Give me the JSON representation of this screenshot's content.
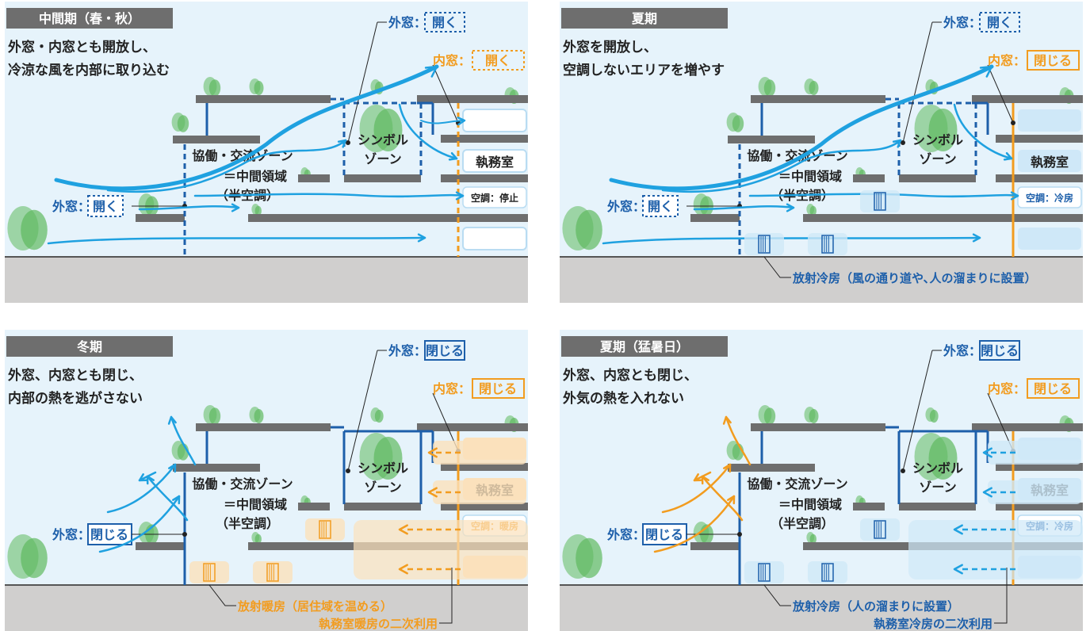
{
  "colors": {
    "sky": "#e6f3fb",
    "ground": "#d0cfce",
    "slab": "#6e6e6e",
    "outer_wall": "#1d5faa",
    "inner_wall": "#f29c1f",
    "wind": "#1fa1e0",
    "warm": "#f29c1f",
    "warm_fill": "#fbe1bc",
    "cool_fill": "#cfe8f8",
    "tree": "#5fb95f",
    "title_bg": "#6e6e6e",
    "text": "#222222"
  },
  "panels": [
    {
      "id": "midseason",
      "title": "中間期（春・秋）",
      "desc1": "外窓・内窓とも開放し、",
      "desc2": "冷涼な風を内部に取り込む",
      "outer_top": {
        "prefix": "外窓：",
        "state": "開く",
        "style": "dashed",
        "color": "#1d5faa"
      },
      "inner_top": {
        "prefix": "内窓：",
        "state": "開く",
        "style": "dashed",
        "color": "#f29c1f"
      },
      "outer_left": {
        "prefix": "外窓：",
        "state": "開く",
        "style": "dashed"
      },
      "collab_zone": [
        "協働・交流ゾーン",
        "＝中間領域",
        "（半空調）"
      ],
      "symbol_zone": [
        "シンボル",
        "ゾーン"
      ],
      "office_label": "執務室",
      "hvac_label": "空調：停止",
      "office_fill": "#ffffff",
      "note1": "",
      "note2": ""
    },
    {
      "id": "summer",
      "title": "夏期",
      "desc1": "外窓を開放し、",
      "desc2": "空調しないエリアを増やす",
      "outer_top": {
        "prefix": "外窓：",
        "state": "開く",
        "style": "dashed",
        "color": "#1d5faa"
      },
      "inner_top": {
        "prefix": "内窓：",
        "state": "閉じる",
        "style": "solid",
        "color": "#f29c1f"
      },
      "outer_left": {
        "prefix": "外窓：",
        "state": "開く",
        "style": "dashed"
      },
      "collab_zone": [
        "協働・交流ゾーン",
        "＝中間領域",
        "（半空調）"
      ],
      "symbol_zone": [
        "シンボル",
        "ゾーン"
      ],
      "office_label": "執務室",
      "hvac_label": "空調：冷房",
      "office_fill": "#cfe8f8",
      "note1": "放射冷房（風の通り道や､人の溜まりに設置）",
      "note2": ""
    },
    {
      "id": "winter",
      "title": "冬期",
      "desc1": "外窓、内窓とも閉じ、",
      "desc2": "内部の熱を逃がさない",
      "outer_top": {
        "prefix": "外窓：",
        "state": "閉じる",
        "style": "solid",
        "color": "#1d5faa"
      },
      "inner_top": {
        "prefix": "内窓：",
        "state": "閉じる",
        "style": "solid",
        "color": "#f29c1f"
      },
      "outer_left": {
        "prefix": "外窓：",
        "state": "閉じる",
        "style": "solid"
      },
      "collab_zone": [
        "協働・交流ゾーン",
        "＝中間領域",
        "（半空調）"
      ],
      "symbol_zone": [
        "シンボル",
        "ゾーン"
      ],
      "office_label": "執務室",
      "hvac_label": "空調：暖房",
      "office_fill": "#fbe1bc",
      "note1": "放射暖房（居住域を温める）",
      "note2": "執務室暖房の二次利用"
    },
    {
      "id": "hot-summer",
      "title": "夏期（猛暑日）",
      "desc1": "外窓、内窓とも閉じ、",
      "desc2": "外気の熱を入れない",
      "outer_top": {
        "prefix": "外窓：",
        "state": "閉じる",
        "style": "solid",
        "color": "#1d5faa"
      },
      "inner_top": {
        "prefix": "内窓：",
        "state": "閉じる",
        "style": "solid",
        "color": "#f29c1f"
      },
      "outer_left": {
        "prefix": "外窓：",
        "state": "閉じる",
        "style": "solid"
      },
      "collab_zone": [
        "協働・交流ゾーン",
        "＝中間領域",
        "（半空調）"
      ],
      "symbol_zone": [
        "シンボル",
        "ゾーン"
      ],
      "office_label": "執務室",
      "hvac_label": "空調：冷房",
      "office_fill": "#cfe8f8",
      "note1": "放射冷房（人の溜まりに設置）",
      "note2": "執務室冷房の二次利用"
    }
  ]
}
